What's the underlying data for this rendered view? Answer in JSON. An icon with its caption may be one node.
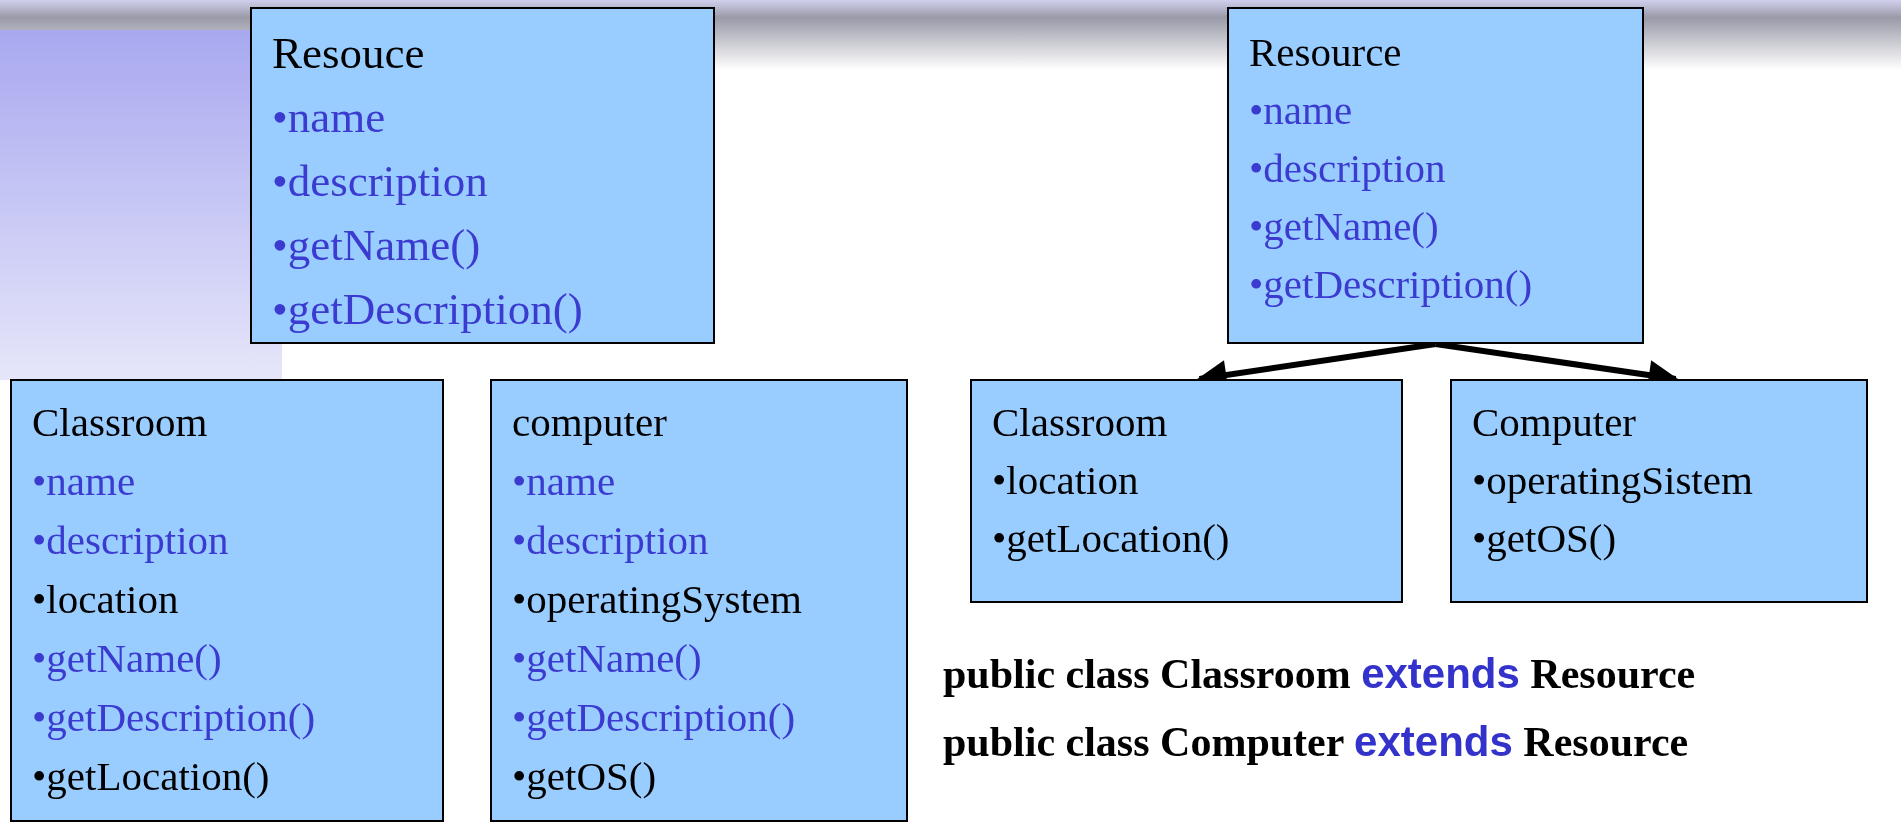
{
  "diagram": {
    "nodes": [
      {
        "text": [
          "Resouce",
          "•name",
          "•description",
          "•getName()",
          "•getDescription()"
        ]
      },
      {
        "text": [
          "Classroom",
          "•name",
          "•description",
          "•location",
          "•getName()",
          "•getDescription()",
          "•getLocation()"
        ]
      },
      {
        "text": [
          "computer",
          "•name",
          "•description",
          "•operatingSystem",
          "•getName()",
          "•getDescription()",
          "•getOS()"
        ]
      },
      {
        "text": [
          "Resource",
          "•name",
          "•description",
          "•getName()",
          "•getDescription()"
        ]
      },
      {
        "text": [
          "Classroom",
          "•location",
          "•getLocation()"
        ]
      },
      {
        "text": [
          "Computer",
          "•operatingSistem",
          "•getOS()"
        ]
      }
    ],
    "edges": [
      {
        "from": 3,
        "to": 4,
        "arrow": "to"
      },
      {
        "from": 3,
        "to": 5,
        "arrow": "to"
      }
    ],
    "labels": [
      "public class Classroom extends Resource",
      "public class Computer extends Resource"
    ]
  }
}
